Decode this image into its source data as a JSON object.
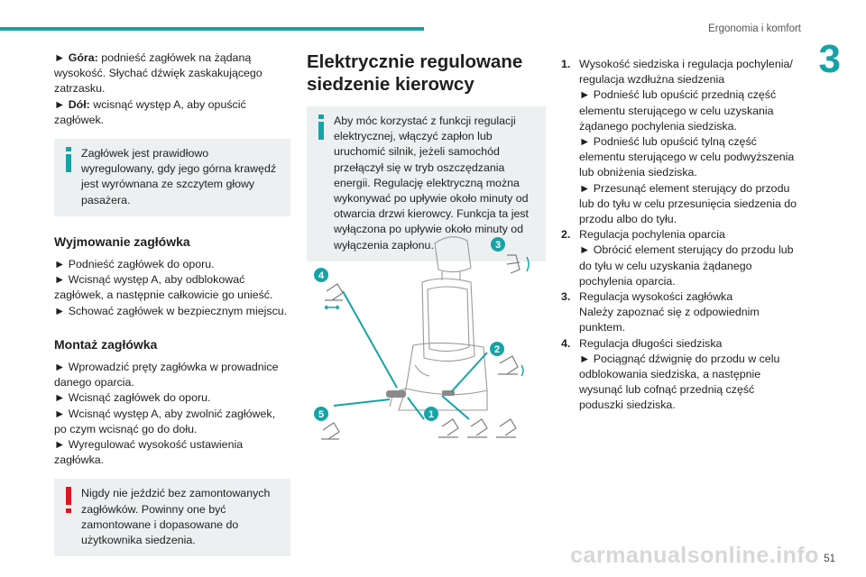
{
  "header": {
    "section_title": "Ergonomia i komfort",
    "chapter": "3",
    "page_number": "51",
    "watermark": "carmanualsonline.info"
  },
  "col1": {
    "intro": [
      {
        "arrow": "►",
        "bold": "Góra:",
        "text": " podnieść zagłówek na żądaną wysokość. Słychać dźwięk zaskakującego zatrzasku."
      },
      {
        "arrow": "►",
        "bold": "Dół:",
        "text": " wcisnąć występ A, aby opuścić zagłówek."
      }
    ],
    "info_box": "Zagłówek jest prawidłowo wyregulowany, gdy jego górna krawędź jest wyrównana ze szczytem głowy pasażera.",
    "removal_title": "Wyjmowanie zagłówka",
    "removal_items": [
      "► Podnieść zagłówek do oporu.",
      "► Wcisnąć występ A, aby odblokować zagłówek, a następnie całkowicie go unieść.",
      "► Schować zagłówek w bezpiecznym miejscu."
    ],
    "mount_title": "Montaż zagłówka",
    "mount_items": [
      "► Wprowadzić pręty zagłówka w prowadnice danego oparcia.",
      "► Wcisnąć zagłówek do oporu.",
      "► Wcisnąć występ A, aby zwolnić zagłówek, po czym wcisnąć go do dołu.",
      "► Wyregulować wysokość ustawienia zagłówka."
    ],
    "warning_box": "Nigdy nie jeździć bez zamontowanych zagłówków. Powinny one być zamontowane i dopasowane do użytkownika siedzenia."
  },
  "col2": {
    "title": "Elektrycznie regulowane siedzenie kierowcy",
    "info_box": "Aby móc korzystać z funkcji regulacji elektrycznej, włączyć zapłon lub uruchomić silnik, jeżeli samochód przełączył się w tryb oszczędzania energii. Regulację elektryczną można wykonywać po upływie około minuty od otwarcia drzwi kierowcy. Funkcja ta jest wyłączona po upływie około minuty od wyłączenia zapłonu.",
    "figure_labels": [
      "1",
      "2",
      "3",
      "4",
      "5"
    ]
  },
  "col3": {
    "items": [
      {
        "n": "1.",
        "title": "Wysokość siedziska i regulacja pochylenia/ regulacja wzdłużna siedzenia",
        "lines": [
          "► Podnieść lub opuścić przednią część elementu sterującego w celu uzyskania żądanego pochylenia siedziska.",
          "► Podnieść lub opuścić tylną część elementu sterującego w celu podwyższenia lub obniżenia siedziska.",
          "► Przesunąć element sterujący do przodu lub do tyłu w celu przesunięcia siedzenia do przodu albo do tyłu."
        ]
      },
      {
        "n": "2.",
        "title": "Regulacja pochylenia oparcia",
        "lines": [
          "► Obrócić element sterujący do przodu lub do tyłu w celu uzyskania żądanego pochylenia oparcia."
        ]
      },
      {
        "n": "3.",
        "title": "Regulacja wysokości zagłówka",
        "lines": [
          "Należy zapoznać się z odpowiednim punktem."
        ]
      },
      {
        "n": "4.",
        "title": "Regulacja długości siedziska",
        "lines": [
          "► Pociągnąć dźwignię do przodu w celu odblokowania siedziska, a następnie wysunąć lub cofnąć przednią część poduszki siedziska."
        ]
      }
    ]
  },
  "colors": {
    "accent": "#16a3a6",
    "warning": "#e0161e",
    "box_bg": "#ecf0f1"
  }
}
